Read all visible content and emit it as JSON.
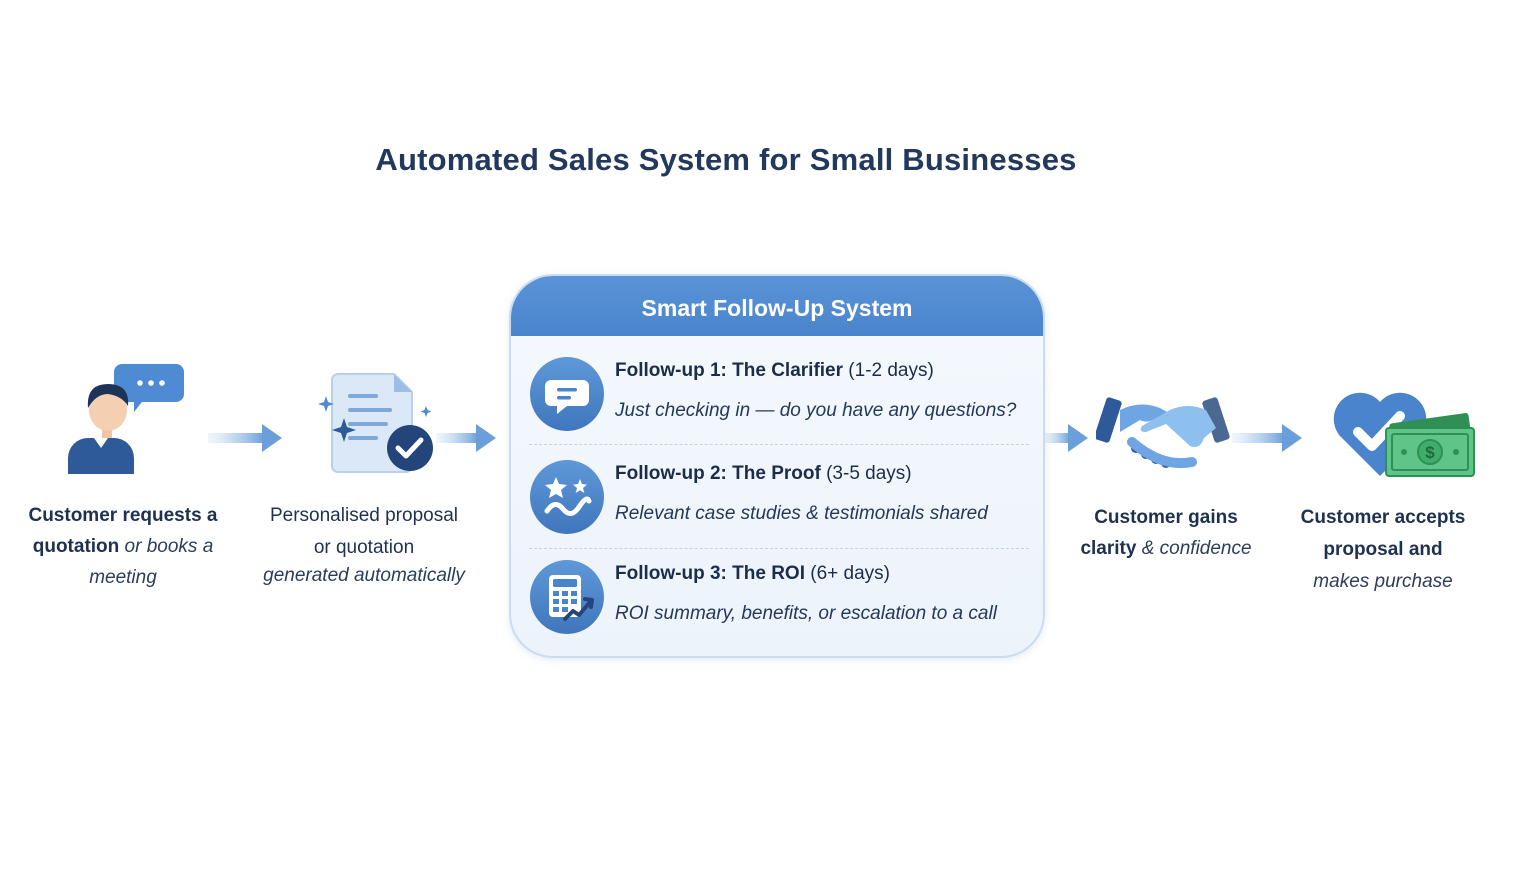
{
  "title": "Automated Sales System for Small Businesses",
  "steps": [
    {
      "icon": "customer-chat-icon",
      "line1": "Customer requests a",
      "line2_bold": "quotation",
      "line2_italic": " or books a meeting"
    },
    {
      "icon": "proposal-document-icon",
      "line1": "Personalised proposal",
      "line2": "or quotation",
      "line3_italic": "generated automatically"
    },
    {
      "icon": "handshake-icon",
      "line1": "Customer gains",
      "line2_bold": "clarity",
      "line2_italic": " & confidence"
    },
    {
      "icon": "heart-money-icon",
      "line1": "Customer accepts",
      "line2": "proposal and",
      "line3_italic": "makes purchase"
    }
  ],
  "panel": {
    "heading": "Smart Follow-Up System",
    "followups": [
      {
        "icon": "chat-bubble-icon",
        "name": "Follow-up 1: The Clarifier",
        "days": "(1-2 days)",
        "message": "Just checking in — do you have any questions?"
      },
      {
        "icon": "stars-proof-icon",
        "name": "Follow-up 2: The Proof",
        "days": "(3-5 days)",
        "message": "Relevant case studies & testimonials shared"
      },
      {
        "icon": "calculator-roi-icon",
        "name": "Follow-up 3: The ROI",
        "days": "(6+ days)",
        "message": "ROI summary, benefits, or escalation to a call"
      }
    ]
  },
  "colors": {
    "accent": "#4a84cc",
    "dark_navy": "#22395d",
    "money_green": "#3fae6a"
  }
}
